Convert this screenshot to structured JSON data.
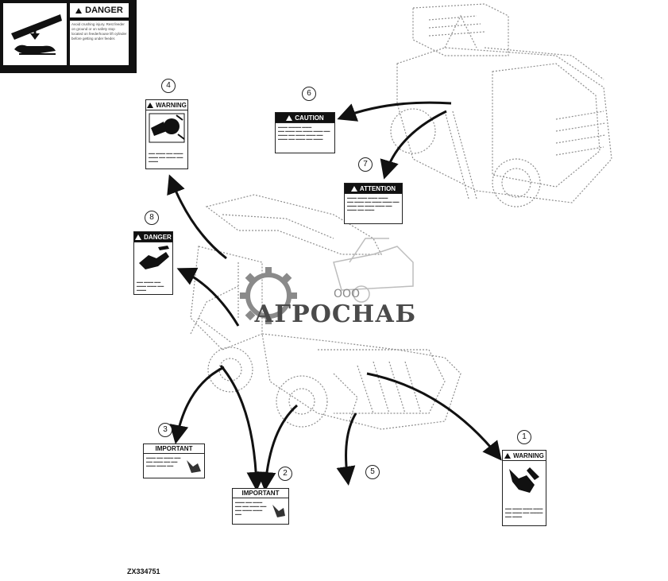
{
  "figure_code": "ZX334751",
  "watermark": {
    "company": "АГРОСНАБ",
    "prefix": "ООО"
  },
  "callouts": [
    "1",
    "2",
    "3",
    "4",
    "5",
    "6",
    "7",
    "8"
  ],
  "labels": {
    "warning_1": {
      "heading": "WARNING"
    },
    "important_2": {
      "heading": "IMPORTANT"
    },
    "important_3": {
      "heading": "IMPORTANT"
    },
    "warning_4": {
      "heading": "WARNING"
    },
    "danger_5": {
      "heading": "DANGER",
      "text": "Avoid crushing injury. Rest feeder on ground or on safety stop located on feederhouse lift cylinder before getting under feeder."
    },
    "caution_6": {
      "heading": "CAUTION"
    },
    "attention_7": {
      "heading": "ATTENTION"
    },
    "danger_8": {
      "heading": "DANGER"
    }
  },
  "colors": {
    "line": "#222222",
    "machine": "#9a9a9a",
    "watermark_gear": "#8a8a8a"
  },
  "icons": [
    "warning-triangle-icon",
    "hand-crush-icon",
    "rotating-blades-icon",
    "feeder-crush-icon",
    "agrosnab-gear-logo-icon"
  ]
}
